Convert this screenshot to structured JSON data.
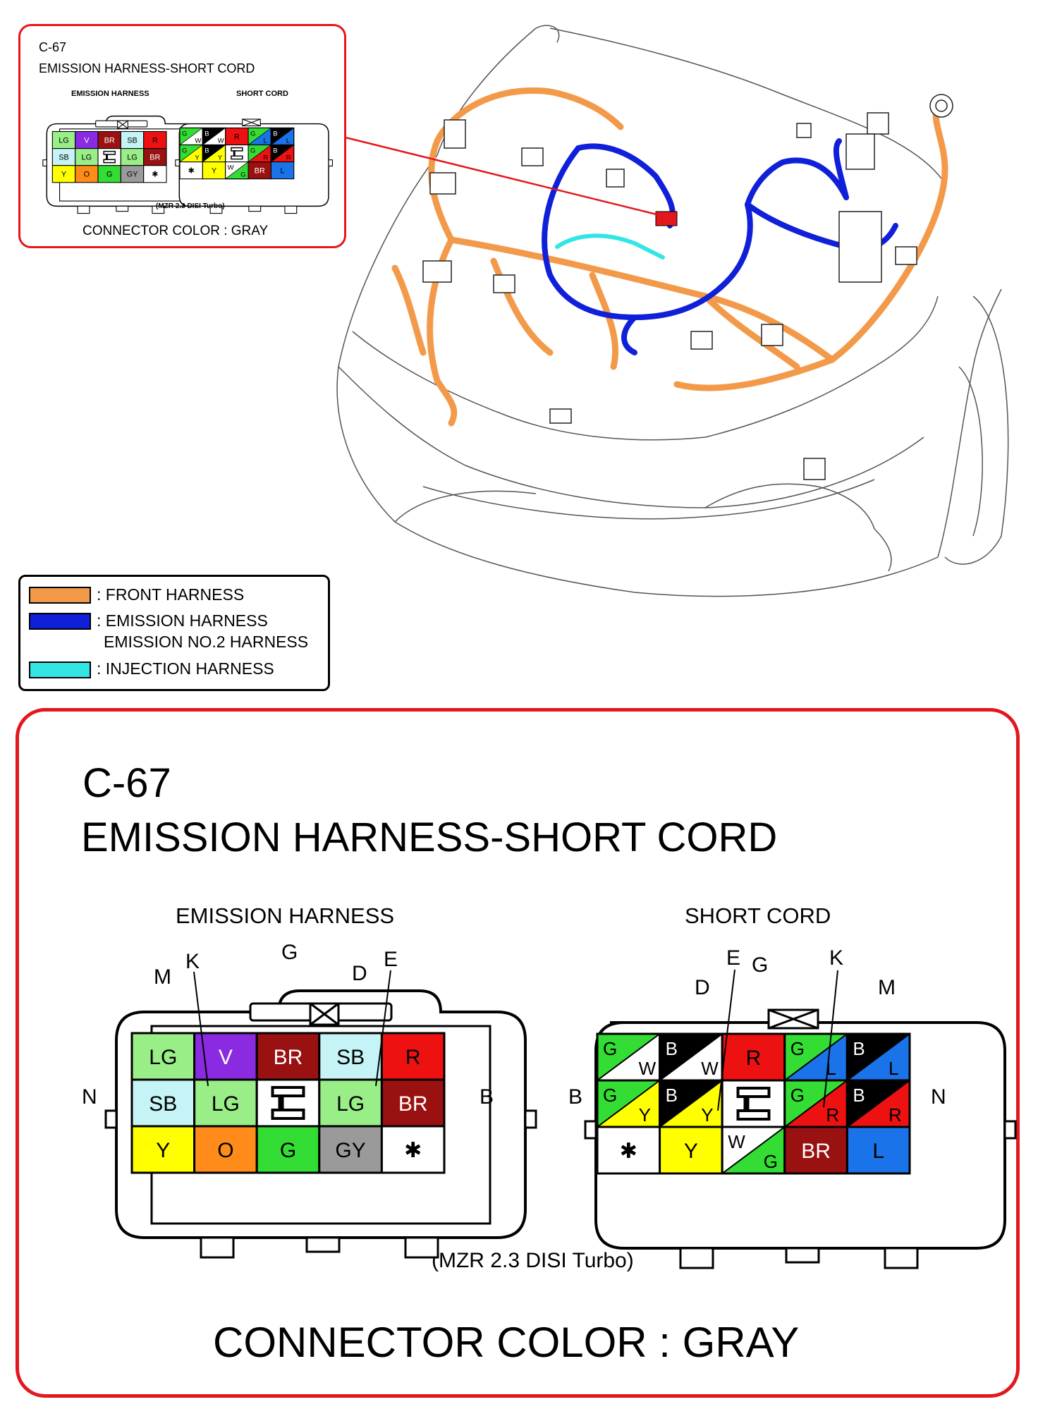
{
  "inset": {
    "code": "C-67",
    "title": "EMISSION HARNESS-SHORT CORD",
    "left_heading": "EMISSION HARNESS",
    "right_heading": "SHORT CORD",
    "engine_note": "(MZR 2.3 DISI Turbo)",
    "connector_color": "CONNECTOR COLOR : GRAY"
  },
  "main": {
    "code": "C-67",
    "title": "EMISSION HARNESS-SHORT CORD",
    "left_heading": "EMISSION HARNESS",
    "right_heading": "SHORT CORD",
    "engine_note": "(MZR 2.3 DISI Turbo)",
    "connector_color": "CONNECTOR COLOR : GRAY"
  },
  "legend": {
    "items": [
      {
        "label": ": FRONT HARNESS",
        "color": "#f39a4a"
      },
      {
        "label": ": EMISSION HARNESS",
        "label2": "EMISSION NO.2 HARNESS",
        "color": "#1020d8"
      },
      {
        "label": ": INJECTION HARNESS",
        "color": "#33e6e6"
      }
    ]
  },
  "emission_connector": {
    "pin_labels": {
      "M": "M",
      "K": "K",
      "G": "G",
      "D": "D",
      "E": "E",
      "N": "N",
      "B": "B"
    },
    "rows": [
      [
        {
          "t": "LG",
          "bg": "#99ee88"
        },
        {
          "t": "V",
          "bg": "#8a2be2"
        },
        {
          "t": "BR",
          "bg": "#991111"
        },
        {
          "t": "SB",
          "bg": "#c6f3f6"
        },
        {
          "t": "R",
          "bg": "#ee1111"
        }
      ],
      [
        {
          "t": "SB",
          "bg": "#c6f3f6"
        },
        {
          "t": "LG",
          "bg": "#99ee88"
        },
        {
          "t": "",
          "bg": "#ffffff",
          "icon": "lock-symbol"
        },
        {
          "t": "LG",
          "bg": "#99ee88"
        },
        {
          "t": "BR",
          "bg": "#991111"
        }
      ],
      [
        {
          "t": "Y",
          "bg": "#ffff00"
        },
        {
          "t": "O",
          "bg": "#ff8c1a"
        },
        {
          "t": "G",
          "bg": "#33dd33"
        },
        {
          "t": "GY",
          "bg": "#9a9a9a"
        },
        {
          "t": "✱",
          "bg": "#ffffff"
        }
      ]
    ]
  },
  "short_connector": {
    "pin_labels": {
      "D": "D",
      "E": "E",
      "G": "G",
      "K": "K",
      "M": "M",
      "B": "B",
      "N": "N"
    },
    "rows": [
      [
        {
          "a": "G",
          "b": "W",
          "ca": "#33dd33",
          "cb": "#ffffff"
        },
        {
          "a": "B",
          "b": "W",
          "ca": "#000000",
          "cb": "#ffffff"
        },
        {
          "t": "R",
          "bg": "#ee1111"
        },
        {
          "a": "G",
          "b": "L",
          "ca": "#33dd33",
          "cb": "#1a73e8"
        },
        {
          "a": "B",
          "b": "L",
          "ca": "#000000",
          "cb": "#1a73e8"
        }
      ],
      [
        {
          "a": "G",
          "b": "Y",
          "ca": "#33dd33",
          "cb": "#ffff00"
        },
        {
          "a": "B",
          "b": "Y",
          "ca": "#000000",
          "cb": "#ffff00"
        },
        {
          "t": "",
          "bg": "#ffffff",
          "icon": "lock-symbol"
        },
        {
          "a": "G",
          "b": "R",
          "ca": "#33dd33",
          "cb": "#ee1111"
        },
        {
          "a": "B",
          "b": "R",
          "ca": "#000000",
          "cb": "#ee1111"
        }
      ],
      [
        {
          "t": "✱",
          "bg": "#ffffff"
        },
        {
          "t": "Y",
          "bg": "#ffff00"
        },
        {
          "a": "W",
          "b": "G",
          "ca": "#ffffff",
          "cb": "#33dd33"
        },
        {
          "t": "BR",
          "bg": "#991111"
        },
        {
          "t": "L",
          "bg": "#1a73e8"
        }
      ]
    ]
  }
}
